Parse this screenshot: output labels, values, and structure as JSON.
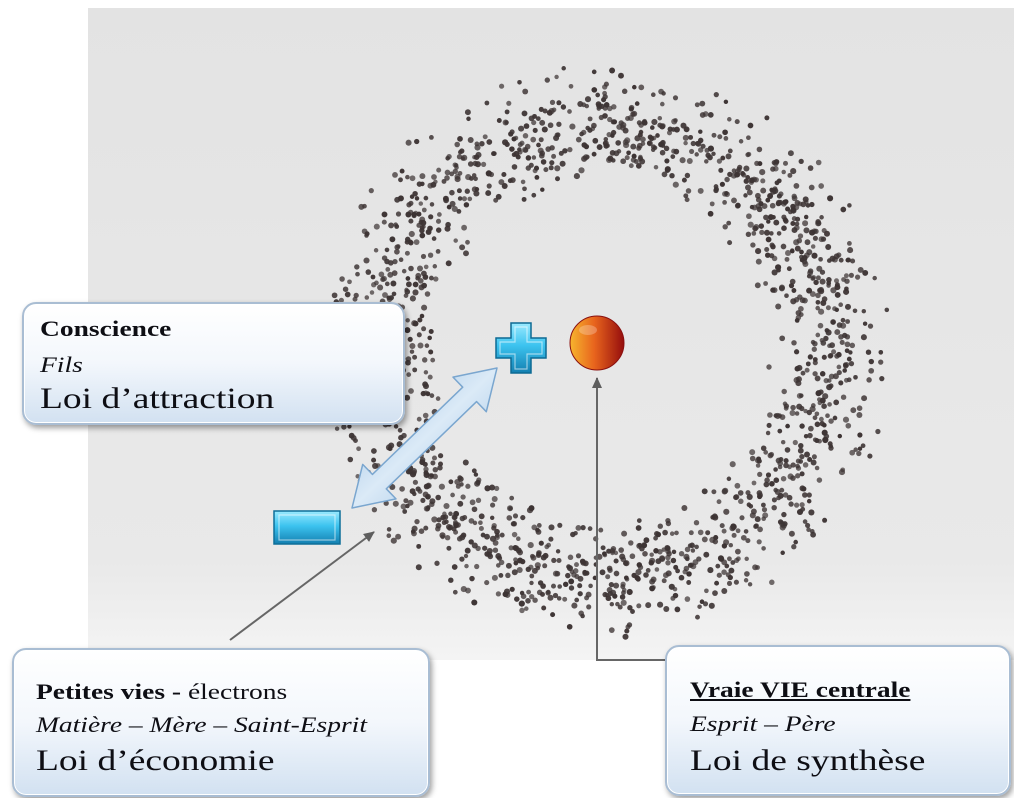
{
  "diagram": {
    "colors": {
      "scan_background": "#e7e7e7",
      "particles": "#3d3434",
      "positive": "#2bb5e6",
      "negative": "#2bb5e6",
      "central_sphere": "#e05a1a",
      "link_arrow": "#a9cbe8",
      "pointer_lines": "#666666"
    },
    "icons": {
      "positive_charge": "plus-icon",
      "negative_charge": "minus-icon",
      "central_life": "sphere-icon",
      "attraction_link": "double-arrow-icon"
    }
  },
  "boxes": {
    "conscience": {
      "title": "Conscience",
      "subtitle": "Fils",
      "law": "Loi d’attraction"
    },
    "petites_vies": {
      "title": "Petites vies -",
      "title_suffix": "électrons",
      "subtitle": "Matière – Mère – Saint-Esprit",
      "law": "Loi d’économie"
    },
    "vie_centrale": {
      "title": "Vraie VIE centrale",
      "subtitle": "Esprit – Père",
      "law": "Loi de synthèse"
    }
  }
}
